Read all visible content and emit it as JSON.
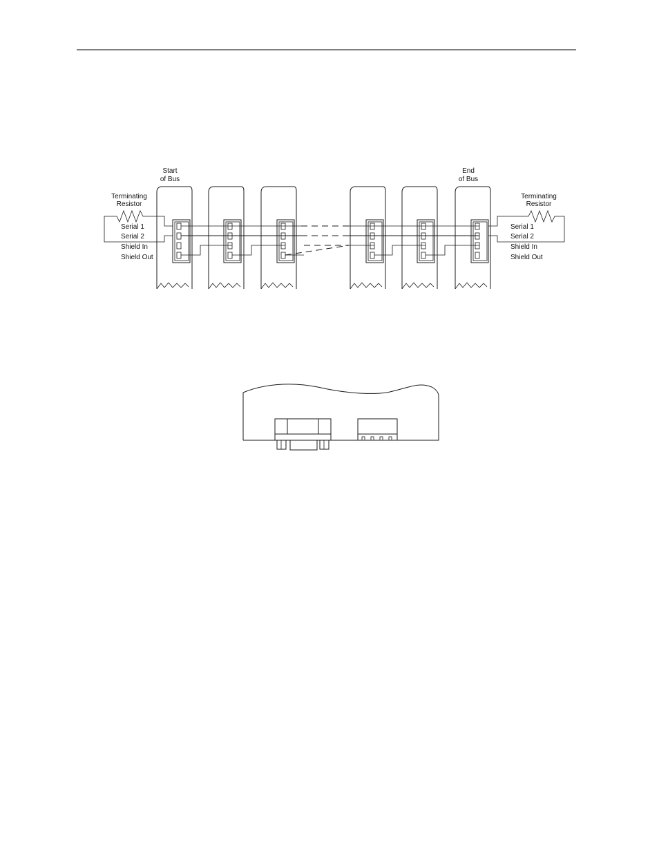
{
  "bus_diagram": {
    "start_label": [
      "Start",
      "of Bus"
    ],
    "end_label": [
      "End",
      "of Bus"
    ],
    "left_resistor": [
      "Terminating",
      "Resistor"
    ],
    "right_resistor": [
      "Terminating",
      "Resistor"
    ],
    "left_pins": [
      "Serial 1",
      "Serial 2",
      "Shield In",
      "Shield Out"
    ],
    "right_pins": [
      "Serial 1",
      "Serial 2",
      "Shield In",
      "Shield Out"
    ]
  }
}
